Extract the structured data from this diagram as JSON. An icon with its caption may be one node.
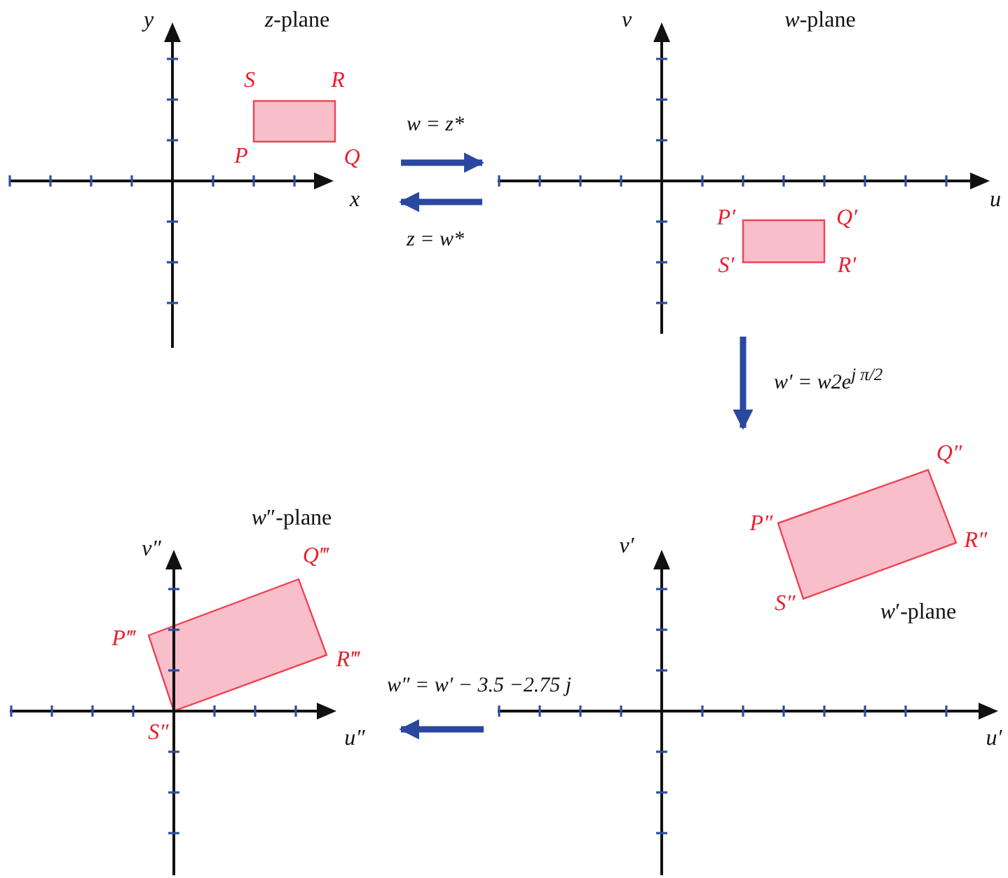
{
  "diagram": {
    "nodes": [
      {
        "text": [
          "*z*-plane"
        ]
      },
      {
        "text": [
          "*w*-plane"
        ]
      },
      {
        "text": [
          "*w*″-plane"
        ]
      },
      {
        "text": [
          "*w*′-plane"
        ]
      }
    ],
    "edges": [
      {
        "from": 0,
        "to": 1,
        "arrow": "to",
        "label": "w = z*"
      },
      {
        "from": 1,
        "to": 0,
        "arrow": "to",
        "label": "z = w*"
      },
      {
        "from": 1,
        "to": 3,
        "arrow": "to",
        "label": "w′ = w2e$^{j π/2}$"
      },
      {
        "from": 3,
        "to": 2,
        "arrow": "to",
        "label": "w″ = w′ − 3.5 −2.75 j"
      }
    ],
    "labels": [
      "y",
      "S",
      "R",
      "v",
      "P",
      "Q",
      "x",
      "u",
      "P′",
      "Q′",
      "S′",
      "R′",
      "Q″",
      "P″",
      "R″",
      "v′",
      "v″",
      "Q‴",
      "S″",
      "P‴",
      "R‴",
      "S″",
      "u″",
      "u′"
    ]
  }
}
